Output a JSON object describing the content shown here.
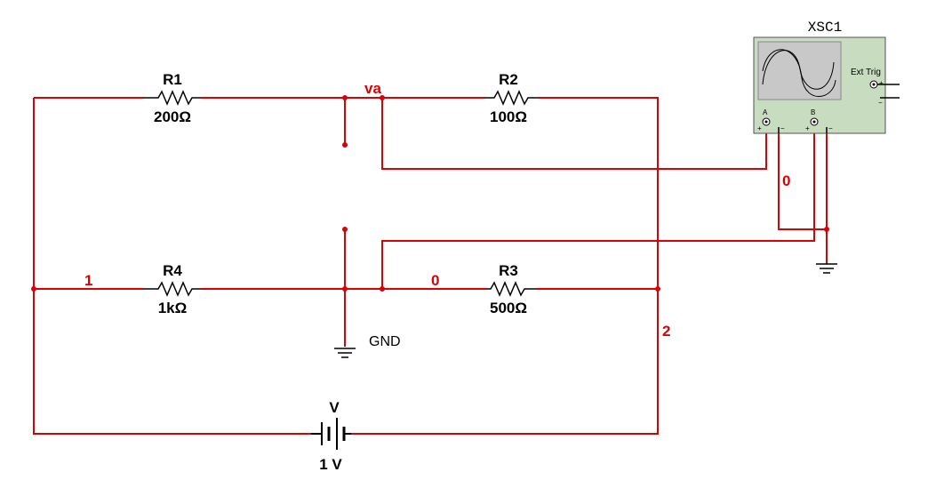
{
  "resistors": [
    {
      "ref": "R1",
      "value": "200Ω"
    },
    {
      "ref": "R2",
      "value": "100Ω"
    },
    {
      "ref": "R3",
      "value": "500Ω"
    },
    {
      "ref": "R4",
      "value": "1kΩ"
    }
  ],
  "source": {
    "ref": "V",
    "value": "1 V"
  },
  "nets": {
    "va": "va",
    "node1": "1",
    "node0_left": "0",
    "node0_scope": "0",
    "node2": "2"
  },
  "ground_label": "GND",
  "scope": {
    "ref": "XSC1",
    "ext_trig": "Ext Trig",
    "channel_a": "A",
    "channel_b": "B",
    "plus": "+",
    "minus": "−"
  },
  "colors": {
    "wire": "#dd0000",
    "scope_body": "#c8dcc0",
    "scope_screen": "#c8c8c8"
  }
}
